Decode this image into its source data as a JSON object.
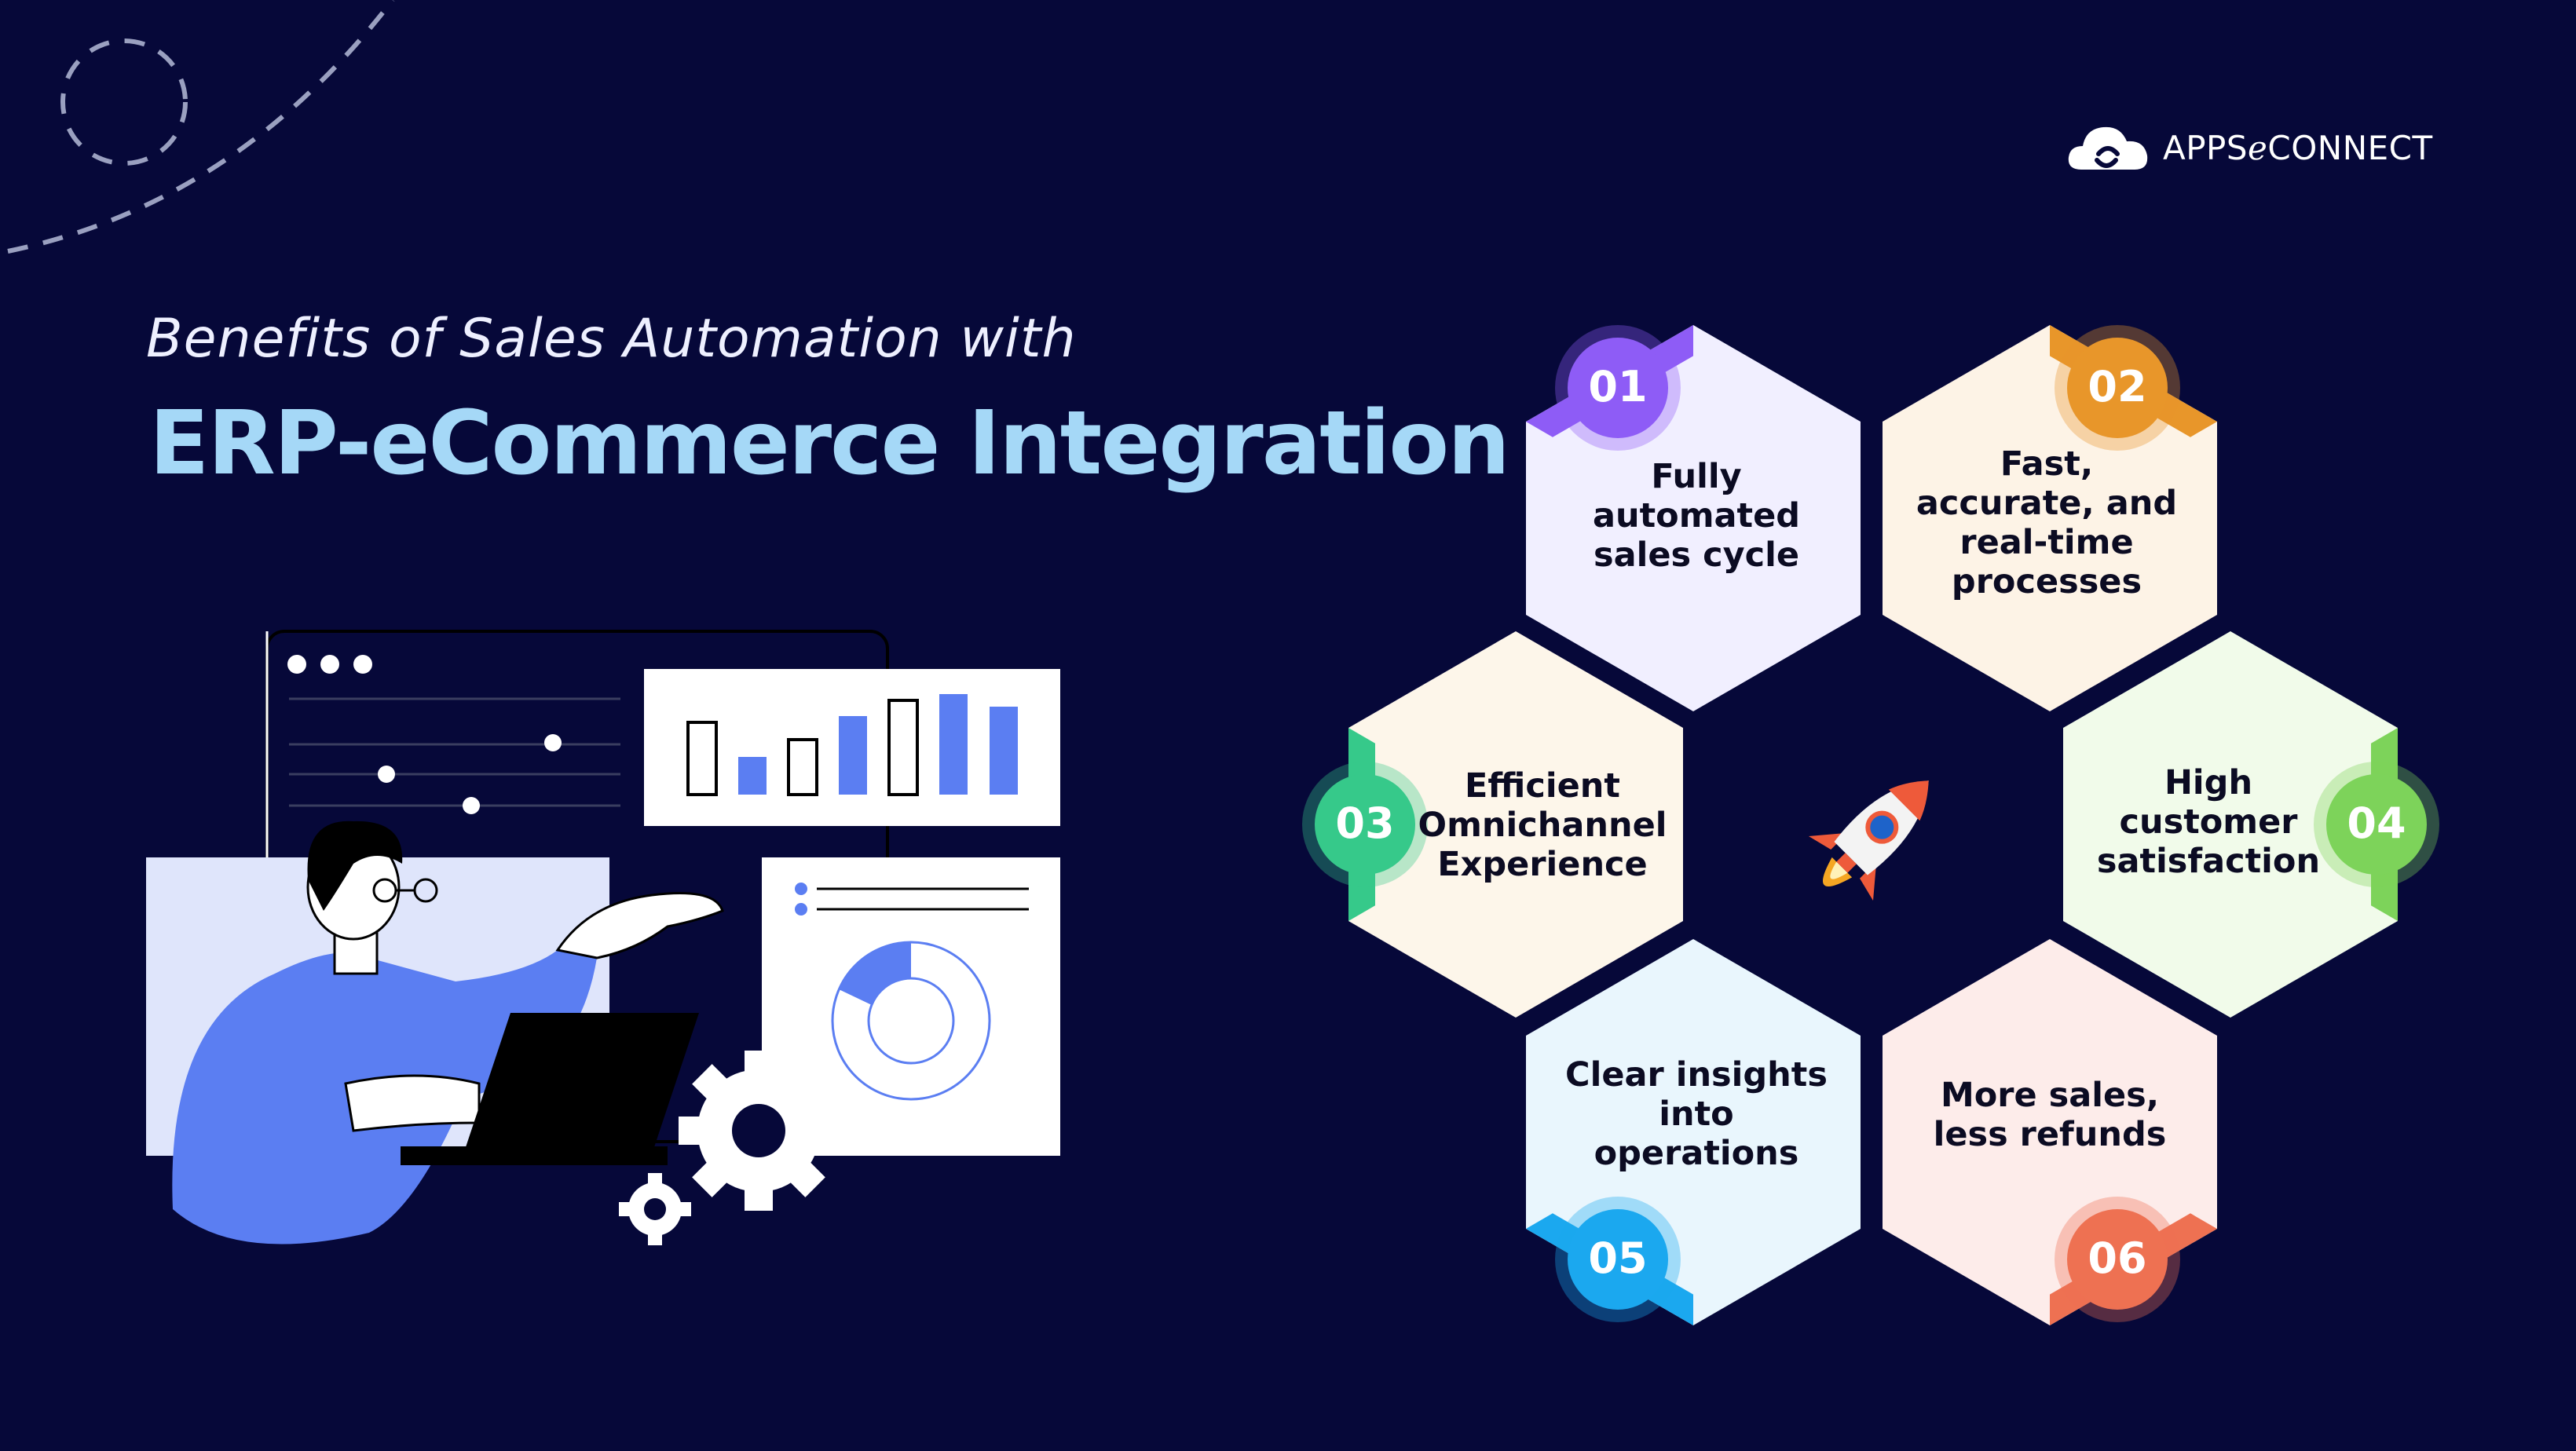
{
  "brand": {
    "logo_text": "APPSℯCONNECT"
  },
  "headline": {
    "subtitle": "Benefits of Sales Automation with",
    "title": "ERP-eCommerce Integration"
  },
  "benefits": [
    {
      "number": "01",
      "label": "Fully\nautomated\nsales cycle",
      "accent": "#8e5cf6",
      "fill": "#f1efff"
    },
    {
      "number": "02",
      "label": "Fast,\naccurate, and\nreal-time\nprocesses",
      "accent": "#e8962a",
      "fill": "#fdf3e6"
    },
    {
      "number": "03",
      "label": "Efficient\nOmnichannel\nExperience",
      "accent": "#36c98a",
      "fill": "#fdf6ea"
    },
    {
      "number": "04",
      "label": "High\ncustomer\nsatisfaction",
      "accent": "#7dd35a",
      "fill": "#f1fbea"
    },
    {
      "number": "05",
      "label": "Clear insights\ninto\noperations",
      "accent": "#1ba8ef",
      "fill": "#e9f6fd"
    },
    {
      "number": "06",
      "label": "More sales,\nless refunds",
      "accent": "#ee7152",
      "fill": "#fdecea"
    }
  ],
  "colors": {
    "background": "#060839",
    "title": "#a5d8f7",
    "illustration_blue": "#5b7ef2",
    "illustration_light": "#dfe5fb"
  },
  "icons": [
    "cloud-logo-icon",
    "rocket-icon",
    "gear-icon",
    "person-illustration",
    "bar-chart-icon",
    "donut-chart-icon"
  ]
}
